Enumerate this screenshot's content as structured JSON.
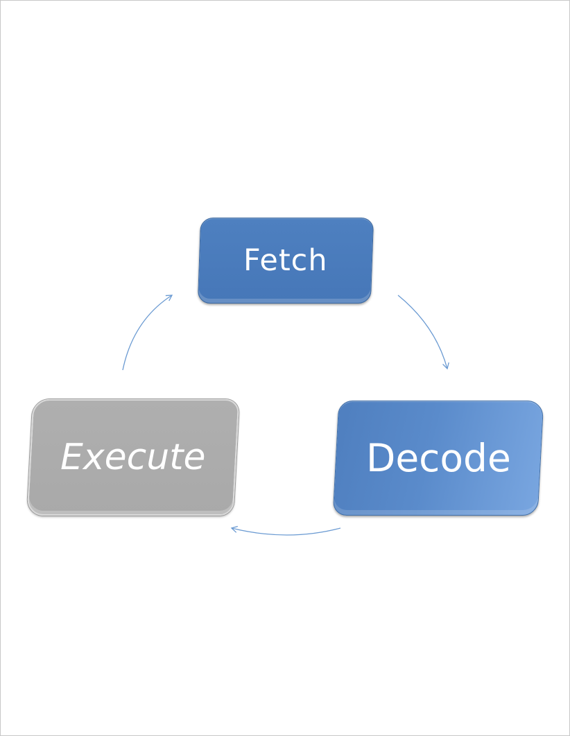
{
  "diagram": {
    "nodes": [
      {
        "id": "fetch",
        "label": "Fetch",
        "color": "#4a7bbb"
      },
      {
        "id": "decode",
        "label": "Decode",
        "color": "#5f8fcf"
      },
      {
        "id": "execute",
        "label": "Execute",
        "color": "#acacac"
      }
    ],
    "edges": [
      {
        "from": "fetch",
        "to": "decode"
      },
      {
        "from": "decode",
        "to": "execute"
      },
      {
        "from": "execute",
        "to": "fetch"
      }
    ],
    "arrow_color": "#6a9ad2"
  }
}
